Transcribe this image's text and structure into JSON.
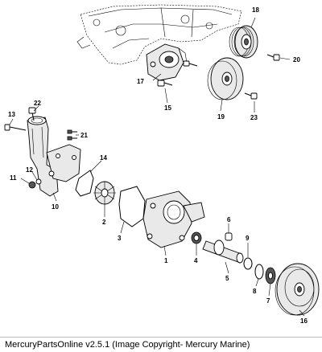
{
  "diagram": {
    "callouts": {
      "c1": "1",
      "c2": "2",
      "c3": "3",
      "c4": "4",
      "c5": "5",
      "c6": "6",
      "c7": "7",
      "c8": "8",
      "c9": "9",
      "c10": "10",
      "c11": "11",
      "c12": "12",
      "c13": "13",
      "c14": "14",
      "c15": "15",
      "c16": "16",
      "c17": "17",
      "c18": "18",
      "c19": "19",
      "c20": "20",
      "c21": "21",
      "c22": "22",
      "c23": "23"
    }
  },
  "footer": {
    "text": "MercuryPartsOnline v2.5.1 (Image Copyright- Mercury Marine)"
  }
}
